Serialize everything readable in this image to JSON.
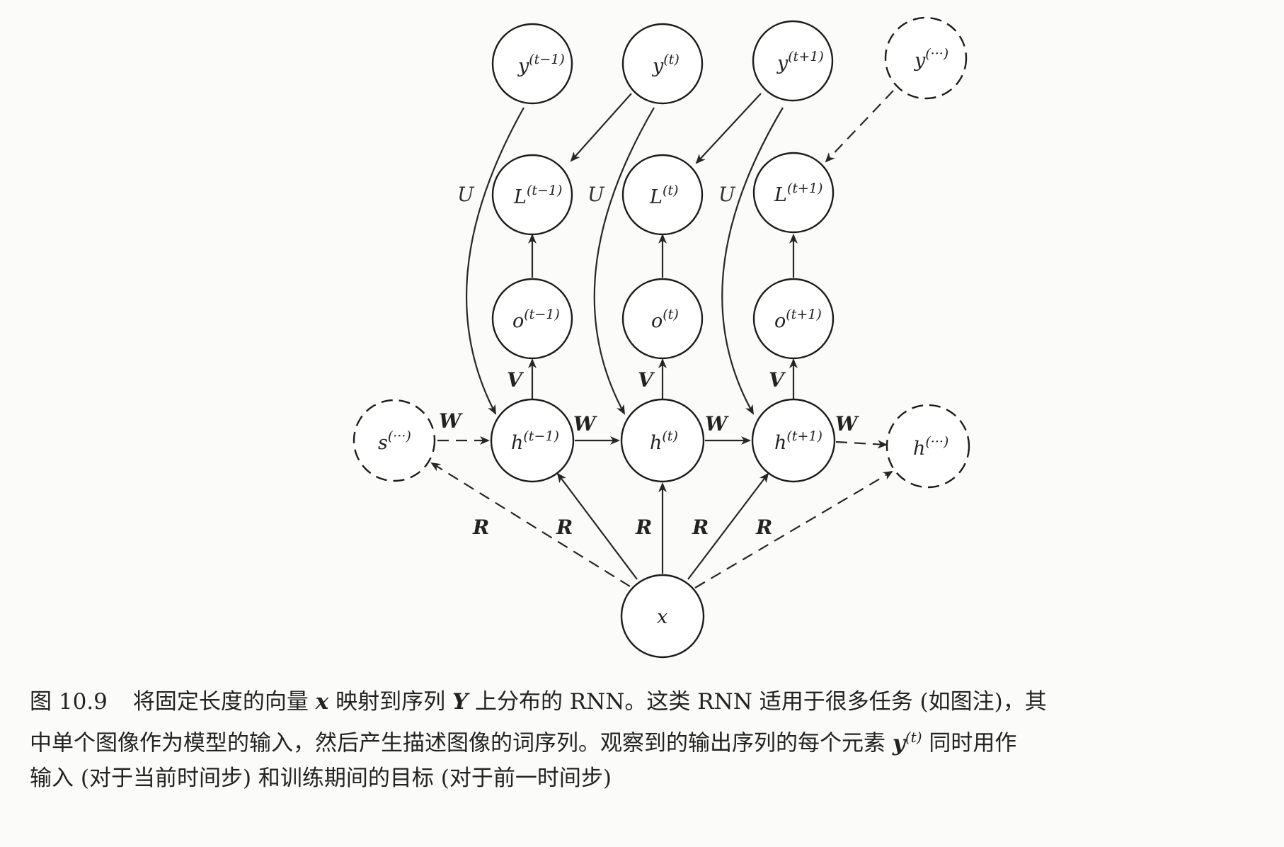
{
  "nodes": {
    "y_prev": {
      "base": "y",
      "sup": "(t−1)"
    },
    "y_t": {
      "base": "y",
      "sup": "(t)"
    },
    "y_next": {
      "base": "y",
      "sup": "(t+1)"
    },
    "y_more": {
      "base": "y",
      "sup": "(···)"
    },
    "L_prev": {
      "base": "L",
      "sup": "(t−1)"
    },
    "L_t": {
      "base": "L",
      "sup": "(t)"
    },
    "L_next": {
      "base": "L",
      "sup": "(t+1)"
    },
    "o_prev": {
      "base": "o",
      "sup": "(t−1)"
    },
    "o_t": {
      "base": "o",
      "sup": "(t)"
    },
    "o_next": {
      "base": "o",
      "sup": "(t+1)"
    },
    "h_prev": {
      "base": "h",
      "sup": "(t−1)"
    },
    "h_t": {
      "base": "h",
      "sup": "(t)"
    },
    "h_next": {
      "base": "h",
      "sup": "(t+1)"
    },
    "h_more": {
      "base": "h",
      "sup": "(···)"
    },
    "s_more": {
      "base": "s",
      "sup": "(···)"
    },
    "x": {
      "base": "x",
      "sup": ""
    }
  },
  "edge_labels": {
    "U": "U",
    "V": "V",
    "W": "W",
    "R": "R"
  },
  "caption": {
    "figure_number": "图 10.9",
    "line1_a": "将固定长度的向量",
    "math_x": "x",
    "line1_b": "映射到序列",
    "math_Y": "Y",
    "line1_c": "上分布的 RNN。这类 RNN 适用于很多任务 (如图注)，其",
    "line2_a": "中单个图像作为模型的输入，然后产生描述图像的词序列。观察到的输出序列的每个元素",
    "math_y": "y",
    "math_y_sup": "(t)",
    "line2_b": "同时用作",
    "line3": "输入 (对于当前时间步) 和训练期间的目标 (对于前一时间步)"
  }
}
